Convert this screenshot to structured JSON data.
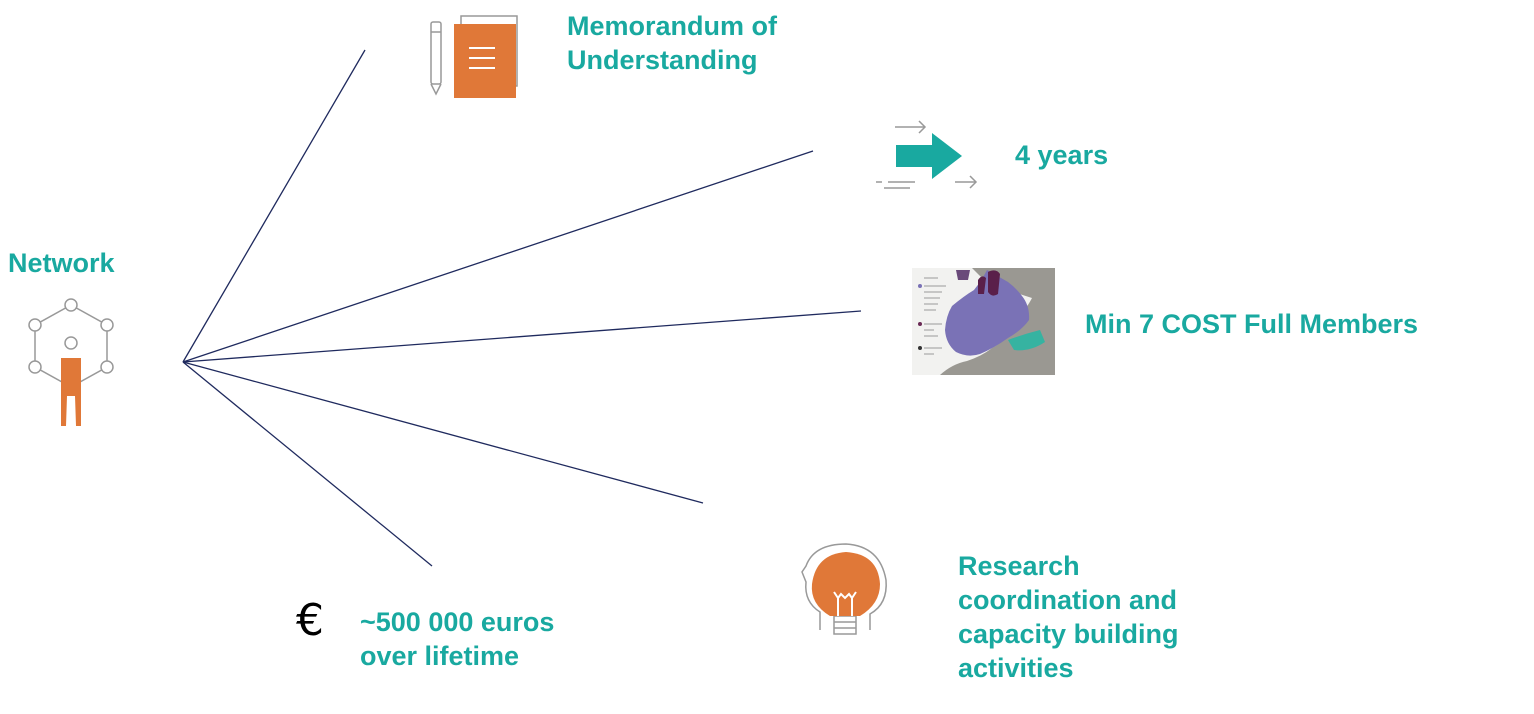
{
  "center": {
    "label": "Network",
    "icon": "network-person-icon"
  },
  "branches": [
    {
      "id": "mou",
      "label_lines": [
        "Memorandum of",
        "Understanding"
      ],
      "icon": "document-pencil-icon"
    },
    {
      "id": "duration",
      "label_lines": [
        "4 years"
      ],
      "icon": "arrow-right-icon"
    },
    {
      "id": "members",
      "label_lines": [
        "Min 7 COST Full Members"
      ],
      "icon": "europe-map-icon"
    },
    {
      "id": "activities",
      "label_lines": [
        "Research",
        "coordination and",
        "capacity building",
        "activities"
      ],
      "icon": "head-lightbulb-icon"
    },
    {
      "id": "budget",
      "label_lines": [
        "~500 000 euros",
        "over lifetime"
      ],
      "icon": "euro-icon",
      "icon_glyph": "€"
    }
  ],
  "colors": {
    "accent": "#19a9a0",
    "orange": "#e07838",
    "line": "#1f2a5e",
    "gray": "#999999",
    "map_purple": "#7a72b6"
  }
}
